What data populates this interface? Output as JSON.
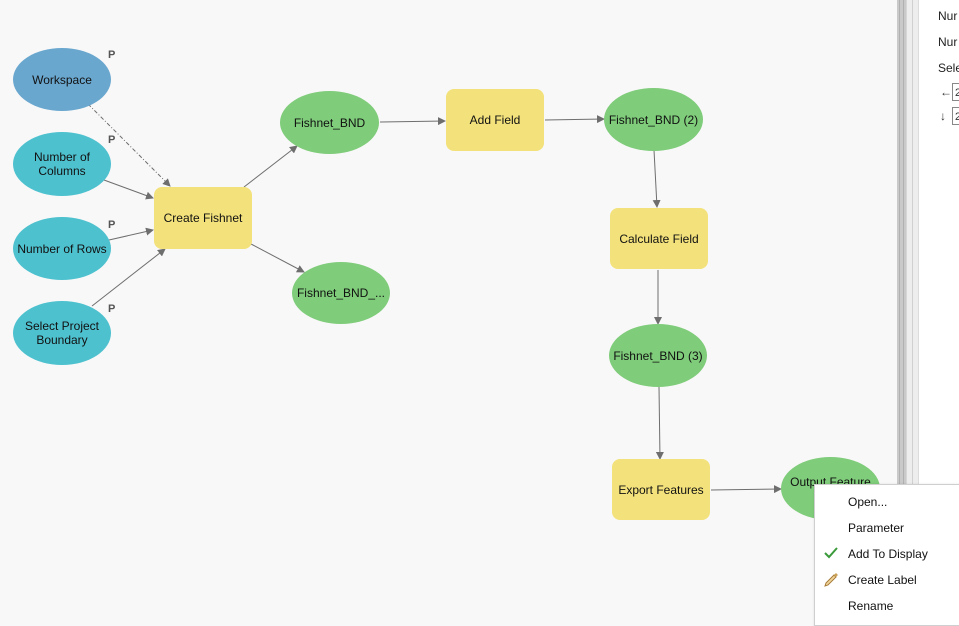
{
  "model": {
    "inputs": {
      "workspace": "Workspace",
      "num_columns": "Number of Columns",
      "num_rows": "Number of Rows",
      "select_boundary": "Select Project Boundary"
    },
    "param_marker": "P",
    "tools": {
      "create_fishnet": "Create Fishnet",
      "add_field": "Add Field",
      "calculate_field": "Calculate Field",
      "export_features": "Export Features"
    },
    "outputs": {
      "fishnet_bnd": "Fishnet_BND",
      "fishnet_bnd_label": "Fishnet_BND_...",
      "fishnet_bnd_2": "Fishnet_BND (2)",
      "fishnet_bnd_3": "Fishnet_BND (3)",
      "output_feature": "Output Feature"
    },
    "colors": {
      "workspace_fill": "#6aa7cf",
      "input_fill": "#4ec1cf",
      "tool_fill": "#f3e27c",
      "output_fill": "#7fcc7a",
      "connector": "#6e6e6e"
    }
  },
  "right_panel": {
    "labels": [
      "Nur",
      "Nur",
      "Sele"
    ],
    "fields": [
      "2",
      "2"
    ]
  },
  "context_menu": {
    "items": [
      {
        "label": "Open...",
        "icon": ""
      },
      {
        "label": "Parameter",
        "icon": ""
      },
      {
        "label": "Add To Display",
        "icon": "check-icon"
      },
      {
        "label": "Create Label",
        "icon": "pencil-label-icon"
      },
      {
        "label": "Rename",
        "icon": ""
      }
    ]
  }
}
